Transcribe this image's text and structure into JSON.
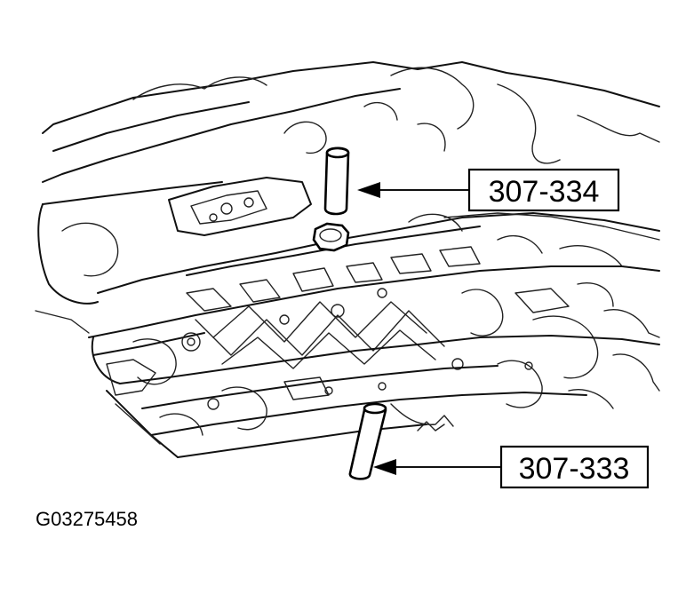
{
  "diagram": {
    "callouts": [
      {
        "id": "upper",
        "label": "307-334"
      },
      {
        "id": "lower",
        "label": "307-333"
      }
    ],
    "figure_id": "G03275458"
  }
}
